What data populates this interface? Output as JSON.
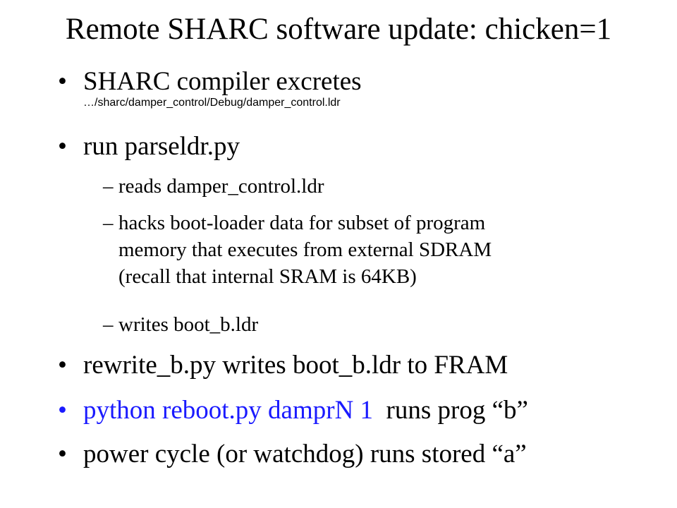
{
  "slide": {
    "title": "Remote SHARC software update: chicken=1",
    "bullet_glyph": "•",
    "dash_glyph": "–",
    "items": [
      {
        "text": "SHARC compiler excretes",
        "subtext": "…/sharc/damper_control/Debug/damper_control.ldr"
      },
      {
        "text": "run parseldr.py"
      },
      {
        "text": "reads damper_control.ldr"
      },
      {
        "lines": [
          "hacks boot-loader data for subset of program",
          "memory that executes from external SDRAM",
          "(recall that internal SRAM is 64KB)"
        ]
      },
      {
        "text": "writes boot_b.ldr"
      },
      {
        "text": "rewrite_b.py writes boot_b.ldr to FRAM"
      },
      {
        "highlight": "python reboot.py damprN 1",
        "rest": "  runs prog “b”"
      },
      {
        "text": "power cycle (or watchdog) runs stored “a”"
      }
    ]
  },
  "colors": {
    "text": "#000000",
    "highlight": "#1a1aff",
    "background": "#ffffff"
  }
}
